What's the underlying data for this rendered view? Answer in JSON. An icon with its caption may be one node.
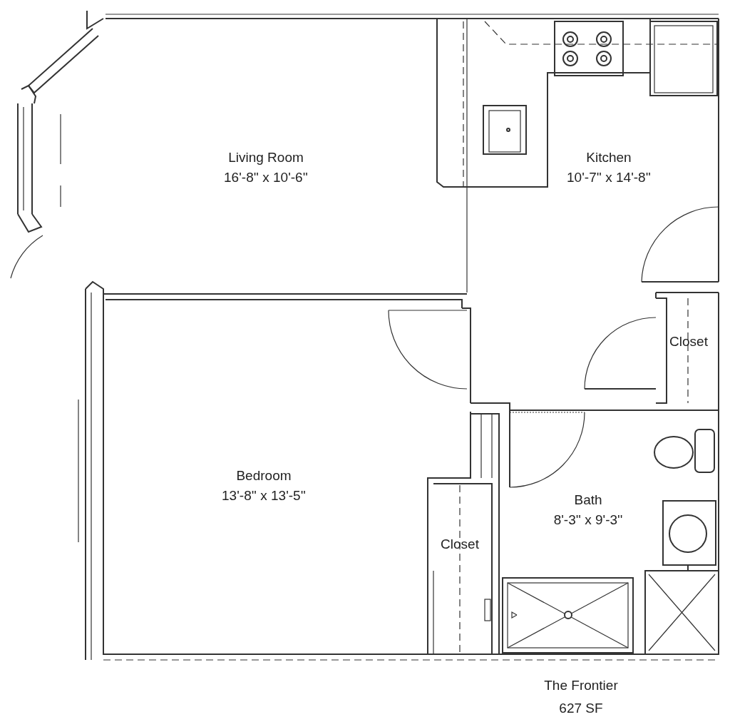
{
  "diagram": {
    "title": "The Frontier",
    "caption": "627 SF",
    "nodes": [
      {
        "text": [
          "Living Room",
          "16'-8'' x 10'-6''"
        ]
      },
      {
        "text": [
          "Kitchen",
          "10'-7'' x 14'-8''"
        ]
      },
      {
        "text": [
          "Closet"
        ]
      },
      {
        "text": [
          "Bedroom",
          "13'-8'' x 13'-5''"
        ]
      },
      {
        "text": [
          "Closet"
        ]
      },
      {
        "text": [
          "Bath",
          "8'-3'' x 9'-3''"
        ]
      }
    ]
  }
}
